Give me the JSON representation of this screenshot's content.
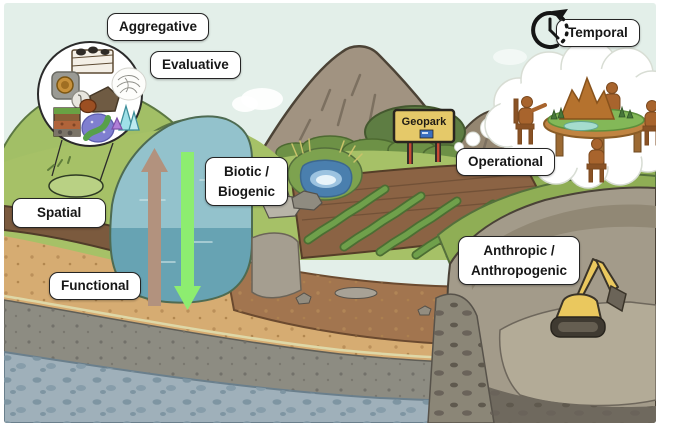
{
  "figure": {
    "labels": {
      "aggregative": "Aggregative",
      "evaluative": "Evaluative",
      "temporal": "Temporal",
      "spatial": "Spatial",
      "biotic": {
        "line1": "Biotic /",
        "line2": "Biogenic"
      },
      "operational": "Operational",
      "functional": "Functional",
      "anthropic": {
        "line1": "Anthropic /",
        "line2": "Anthropogenic"
      }
    },
    "sign": {
      "text": "Geopark"
    },
    "icons": {
      "temporal": "clock-cycle-icon",
      "spatial": "specimen-circle-icon",
      "functional": "up-down-exchange-arrows-icon",
      "operational": "geopark-sign-icon",
      "anthropic": "excavator-icon",
      "evaluative": "thought-cloud-roundtable-icon",
      "biotic": "pond-icon"
    },
    "colors": {
      "sky": "#e3efe9",
      "grass": "#a6c167",
      "lake_shallow": "#93c2cc",
      "lake_deep": "#67a3b3",
      "up_arrow": "#b2927e",
      "down_arrow": "#8ded70",
      "sign_bg": "#e5c969",
      "excavator": "#eac85e",
      "label_bg": "#ffffff",
      "label_border": "#222222"
    }
  }
}
